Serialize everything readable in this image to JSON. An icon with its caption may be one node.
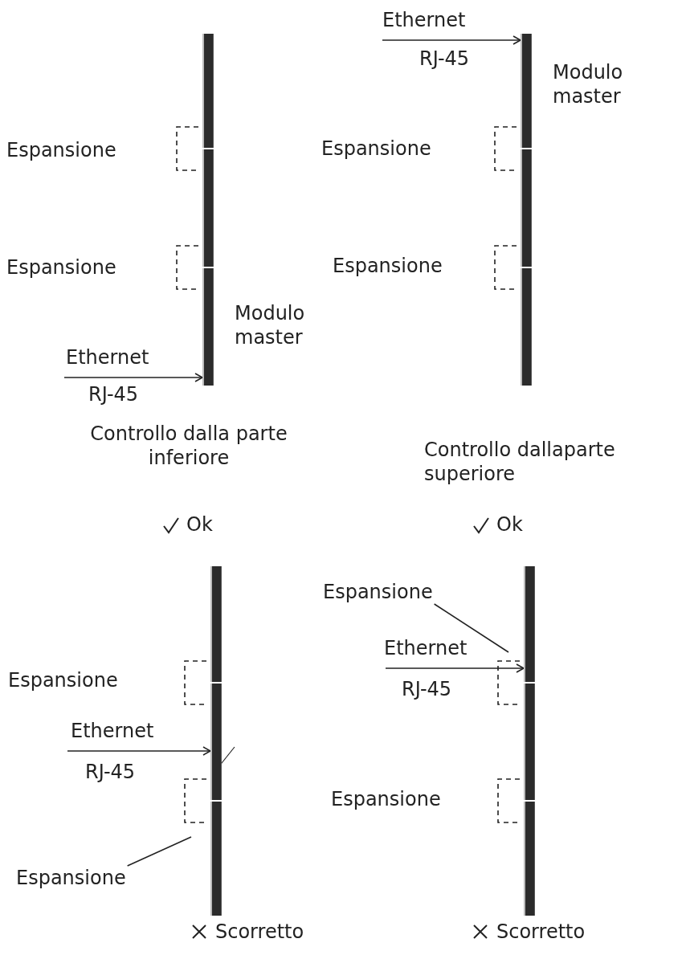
{
  "diagram": {
    "nodes": [
      {
        "text": [],
        "shape": "bar"
      },
      {
        "text": [],
        "shape": "bar"
      },
      {
        "text": [],
        "shape": "bar",
        "beside": [
          "Modulo master"
        ]
      },
      {
        "text": [],
        "shape": "bar",
        "beside": [
          "Modulo master"
        ]
      },
      {
        "text": [],
        "shape": "bar"
      },
      {
        "text": [],
        "shape": "bar"
      },
      {
        "text": [],
        "shape": "bar"
      },
      {
        "text": [],
        "shape": "bar"
      },
      {
        "text": [],
        "shape": "bar"
      },
      {
        "text": [
          "Espansione"
        ]
      },
      {
        "text": [],
        "shape": "bar"
      },
      {
        "text": [],
        "shape": "bar"
      },
      {
        "text": [],
        "shape": "bar"
      },
      {
        "text": [
          "Espansione"
        ]
      }
    ],
    "edges": [
      {
        "from": null,
        "to": 2,
        "arrow": "to",
        "label": "Ethernet"
      },
      {
        "from": null,
        "to": 3,
        "arrow": "to",
        "label": "Ethernet"
      },
      {
        "from": null,
        "to": 7,
        "arrow": "to",
        "label": "Ethernet"
      },
      {
        "from": 9,
        "to": null,
        "arrow": "none"
      },
      {
        "from": 13,
        "to": null,
        "arrow": "none"
      },
      {
        "from": null,
        "to": 10,
        "arrow": "to",
        "label": "Ethernet"
      }
    ],
    "labels": [
      "Espansione",
      "Espansione",
      "RJ-45",
      "Controllo dalla parte inferiore",
      "Ok",
      "RJ-45",
      "Espansione",
      "Espansione",
      "Controllo dallaparte superiore",
      "Ok",
      "Espansione",
      "RJ-45",
      "Scorretto",
      "RJ-45",
      "Espansione",
      "Scorretto"
    ]
  }
}
